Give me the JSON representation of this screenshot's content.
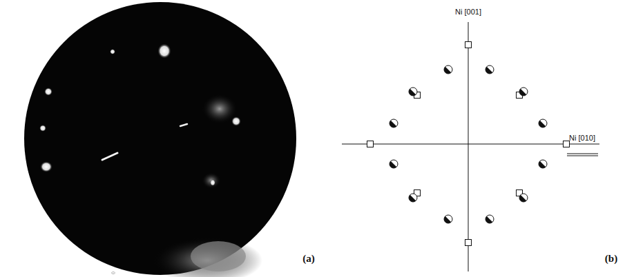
{
  "diagram": {
    "labels": [
      "Ni [001]",
      "Ni [010]",
      "(a)",
      "(b)"
    ]
  }
}
